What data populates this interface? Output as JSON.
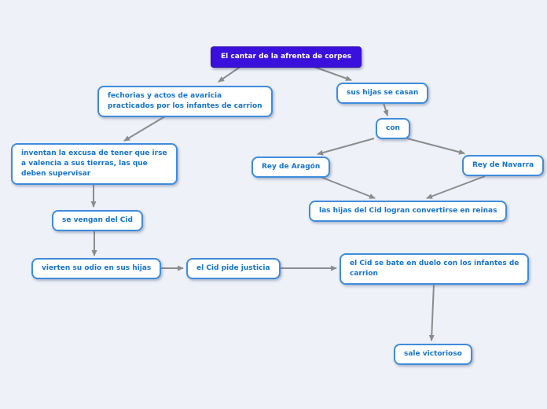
{
  "app": {
    "type": "concept-map",
    "title": "El cantar de la afrenta de corpes"
  },
  "colors": {
    "canvas_background": "#eef1f8",
    "root_background": "#3a10dc",
    "root_text": "#ffffff",
    "node_background": "#ffffff",
    "node_border": "#3f8cdc",
    "node_text": "#1573d1",
    "connector": "#8c8c8c"
  },
  "nodes": {
    "root": {
      "label": "El cantar de la afrenta de corpes"
    },
    "fechorias": {
      "lines": [
        "fechorias y actos de avaricia",
        "practicados por los infantes de carrion"
      ]
    },
    "sus_hijas": {
      "label": "sus hijas se casan"
    },
    "con": {
      "label": "con"
    },
    "rey_aragon": {
      "label": "Rey de Aragón"
    },
    "rey_navarra": {
      "label": "Rey de Navarra"
    },
    "reinas": {
      "label": "las hijas del Cid logran convertirse en reinas"
    },
    "inventan": {
      "lines": [
        "inventan la excusa de tener que irse",
        "a valencia a sus tierras, las que",
        "deben supervisar"
      ]
    },
    "se_vengan": {
      "label": "se vengan del Cid"
    },
    "vierten": {
      "label": "vierten su odio en sus hijas"
    },
    "pide_justicia": {
      "label": "el Cid pide justicia"
    },
    "duelo": {
      "lines": [
        "el Cid se bate en duelo con los infantes de",
        "carrion"
      ]
    },
    "victorioso": {
      "label": "sale victorioso"
    }
  },
  "edges": [
    {
      "from": "root",
      "to": "fechorias"
    },
    {
      "from": "root",
      "to": "sus_hijas"
    },
    {
      "from": "fechorias",
      "to": "inventan"
    },
    {
      "from": "inventan",
      "to": "se_vengan"
    },
    {
      "from": "se_vengan",
      "to": "vierten"
    },
    {
      "from": "vierten",
      "to": "pide_justicia"
    },
    {
      "from": "pide_justicia",
      "to": "duelo"
    },
    {
      "from": "duelo",
      "to": "victorioso"
    },
    {
      "from": "sus_hijas",
      "to": "con"
    },
    {
      "from": "con",
      "to": "rey_aragon"
    },
    {
      "from": "con",
      "to": "rey_navarra"
    },
    {
      "from": "rey_aragon",
      "to": "reinas"
    },
    {
      "from": "rey_navarra",
      "to": "reinas"
    }
  ]
}
